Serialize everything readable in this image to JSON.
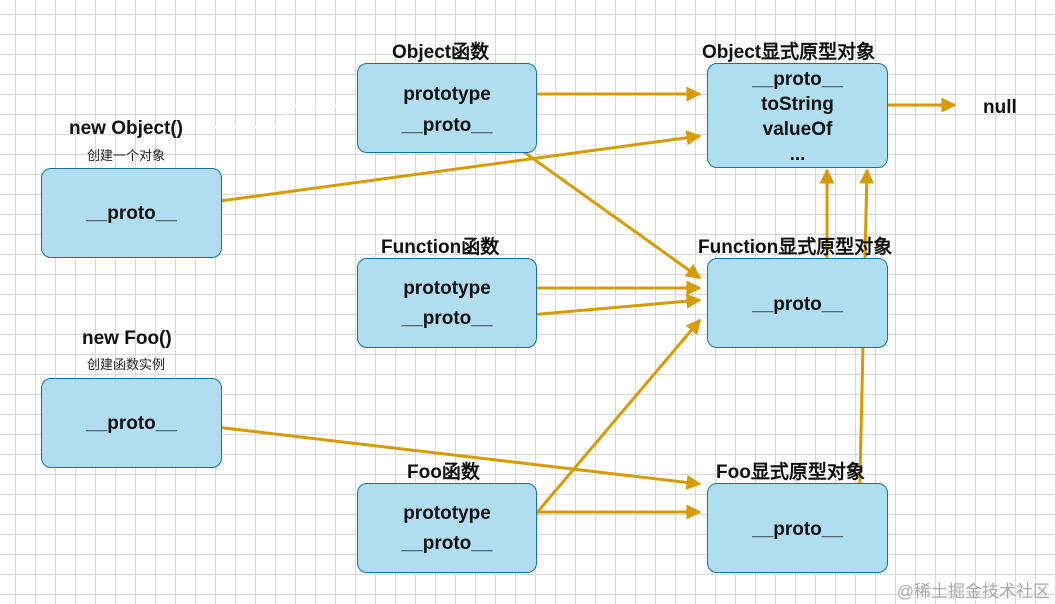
{
  "labels": {
    "object_fn_title": "Object函数",
    "object_proto_title": "Object显式原型对象",
    "function_fn_title": "Function函数",
    "function_proto_title": "Function显式原型对象",
    "foo_fn_title": "Foo函数",
    "foo_proto_title": "Foo显式原型对象",
    "new_object_title": "new Object()",
    "new_object_sub": "创建一个对象",
    "new_foo_title": "new Foo()",
    "new_foo_sub": "创建函数实例",
    "null_label": "null"
  },
  "fields": {
    "prototype": "prototype",
    "proto": "__proto__",
    "toString": "toString",
    "valueOf": "valueOf",
    "ellipsis": "..."
  },
  "watermark": "@稀土掘金技术社区",
  "colors": {
    "box_fill": "#b1ddf0",
    "box_border": "#10739e",
    "arrow": "#d79b00"
  }
}
